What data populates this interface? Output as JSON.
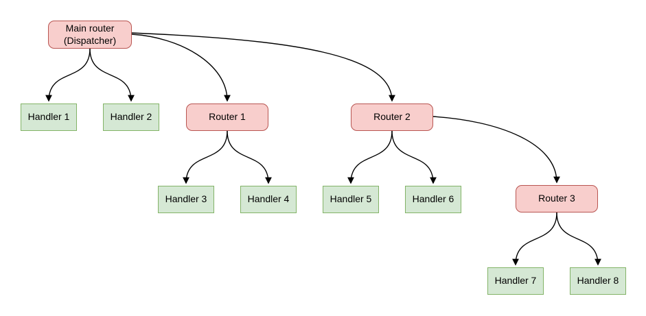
{
  "diagram": {
    "type": "tree-flowchart",
    "nodes": [
      {
        "id": "main-router",
        "type": "router",
        "label": "Main router",
        "label2": "(Dispatcher)"
      },
      {
        "id": "handler-1",
        "type": "handler",
        "label": "Handler 1"
      },
      {
        "id": "handler-2",
        "type": "handler",
        "label": "Handler 2"
      },
      {
        "id": "router-1",
        "type": "router",
        "label": "Router 1"
      },
      {
        "id": "router-2",
        "type": "router",
        "label": "Router 2"
      },
      {
        "id": "handler-3",
        "type": "handler",
        "label": "Handler 3"
      },
      {
        "id": "handler-4",
        "type": "handler",
        "label": "Handler 4"
      },
      {
        "id": "handler-5",
        "type": "handler",
        "label": "Handler 5"
      },
      {
        "id": "handler-6",
        "type": "handler",
        "label": "Handler 6"
      },
      {
        "id": "router-3",
        "type": "router",
        "label": "Router 3"
      },
      {
        "id": "handler-7",
        "type": "handler",
        "label": "Handler 7"
      },
      {
        "id": "handler-8",
        "type": "handler",
        "label": "Handler 8"
      }
    ],
    "edges": [
      {
        "from": "main-router",
        "to": "handler-1"
      },
      {
        "from": "main-router",
        "to": "handler-2"
      },
      {
        "from": "main-router",
        "to": "router-1"
      },
      {
        "from": "main-router",
        "to": "router-2"
      },
      {
        "from": "router-1",
        "to": "handler-3"
      },
      {
        "from": "router-1",
        "to": "handler-4"
      },
      {
        "from": "router-2",
        "to": "handler-5"
      },
      {
        "from": "router-2",
        "to": "handler-6"
      },
      {
        "from": "router-2",
        "to": "router-3"
      },
      {
        "from": "router-3",
        "to": "handler-7"
      },
      {
        "from": "router-3",
        "to": "handler-8"
      }
    ]
  },
  "colors": {
    "router_fill": "#f8cecc",
    "router_border": "#b85450",
    "handler_fill": "#d5e8d4",
    "handler_border": "#82b366",
    "edge": "#000000",
    "text": "#000000",
    "background": "#ffffff"
  }
}
